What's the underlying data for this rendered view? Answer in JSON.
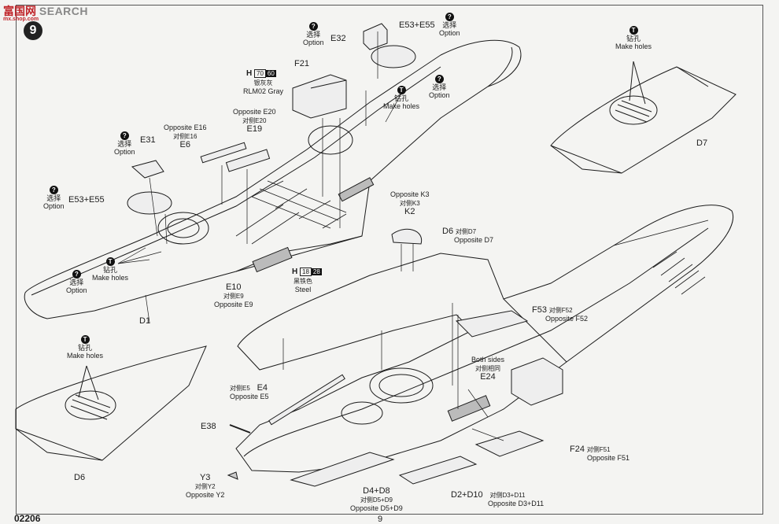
{
  "watermark": {
    "brand": "富国网",
    "search": "SEARCH",
    "url": "mx.shop.com"
  },
  "step_number": "9",
  "page_code": "02206",
  "page_number": "9",
  "legend": {
    "option_cn": "选择",
    "option_en": "Option",
    "drill_cn": "钻孔",
    "drill_en": "Make holes",
    "drill_symbol": "T",
    "option_symbol": "?"
  },
  "colors": {
    "ink": "#1c1c1c",
    "paper": "#f4f4f2"
  },
  "parts": {
    "e32": "E32",
    "e53_e55_top": "E53+E55",
    "f21": "F21",
    "paint_h70": {
      "letter": "H",
      "n1": "70",
      "n2": "60",
      "cn": "银灰灰",
      "en": "RLM02 Gray"
    },
    "e20": {
      "en": "Opposite E20",
      "cn": "对侧E20",
      "pn": "E19"
    },
    "e16": {
      "en": "Opposite E16",
      "cn": "对侧E16",
      "pn": "E6"
    },
    "e31": "E31",
    "e53_e55_left": "E53+E55",
    "e10": {
      "pn": "E10",
      "cn": "对侧E9",
      "en": "Opposite E9"
    },
    "paint_h18": {
      "letter": "H",
      "n1": "18",
      "n2": "28",
      "cn": "黑铁色",
      "en": "Steel"
    },
    "d1": "D1",
    "d7": "D7",
    "k2": {
      "en": "Opposite K3",
      "cn": "对侧K3",
      "pn": "K2"
    },
    "d6_main": {
      "pn": "D6",
      "cn": "对侧D7",
      "en": "Opposite D7"
    },
    "f53": {
      "pn": "F53",
      "cn": "对侧F52",
      "en": "Opposite F52"
    },
    "both_sides": {
      "en": "Both sides",
      "cn": "对侧相同",
      "pn": "E24"
    },
    "e4": {
      "cn": "对侧E5",
      "en": "Opposite E5",
      "pn": "E4"
    },
    "e38": "E38",
    "y3": {
      "pn": "Y3",
      "cn": "对侧Y2",
      "en": "Opposite Y2"
    },
    "d4_d8": {
      "pn": "D4+D8",
      "cn": "对侧D5+D9",
      "en": "Opposite D5+D9"
    },
    "d2_d10": {
      "pn": "D2+D10",
      "cn": "对侧D3+D11",
      "en": "Opposite D3+D11"
    },
    "f24": {
      "pn": "F24",
      "cn": "对侧F51",
      "en": "Opposite F51"
    },
    "d6_left": "D6"
  }
}
